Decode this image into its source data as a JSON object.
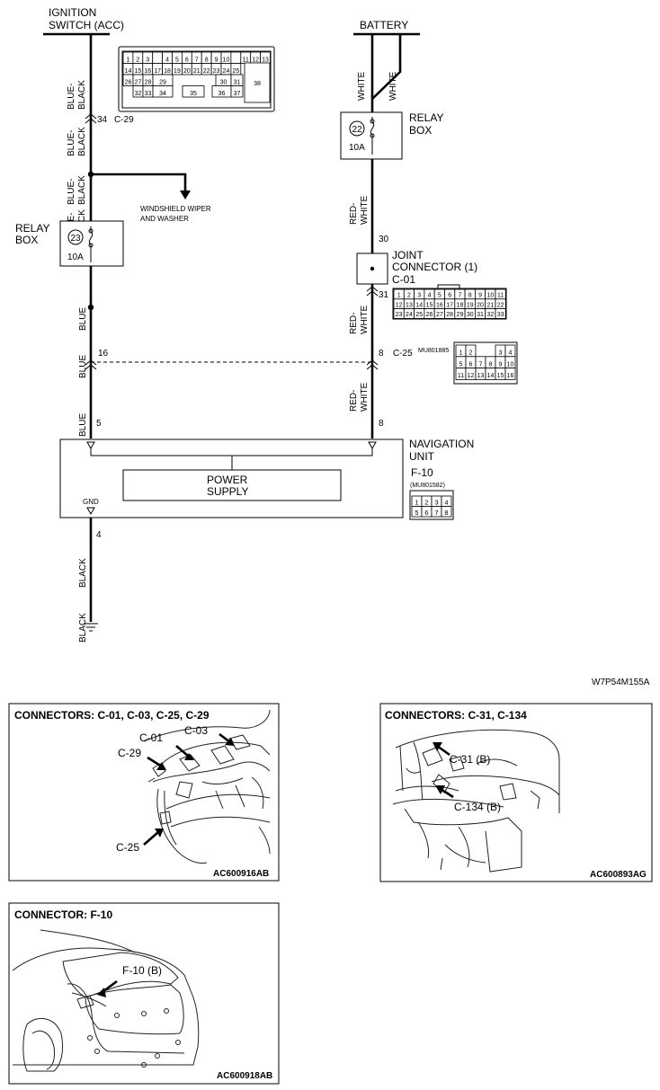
{
  "diagram": {
    "ignition_switch": [
      "IGNITION",
      "SWITCH (ACC)"
    ],
    "battery": "BATTERY",
    "wire_colors": {
      "blue_black": [
        "BLUE-",
        "BLACK"
      ],
      "white": "WHITE",
      "red_white": [
        "RED-",
        "WHITE"
      ],
      "blue": "BLUE",
      "black": "BLACK"
    },
    "relay_box_left": {
      "label": [
        "RELAY",
        "BOX"
      ],
      "fuse_no": "23",
      "rating": "10A"
    },
    "relay_box_right": {
      "label": [
        "RELAY",
        "BOX"
      ],
      "fuse_no": "22",
      "rating": "10A"
    },
    "windshield": [
      "WINDSHIELD WIPER",
      "AND WASHER"
    ],
    "joint_connector": {
      "label": [
        "JOINT",
        "CONNECTOR (1)"
      ],
      "id": "C-01"
    },
    "connector_c29": {
      "pin": "34",
      "id": "C-29"
    },
    "connector_c25": {
      "id": "C-25",
      "part": "MU801885"
    },
    "connector_f10": {
      "id": "F-10",
      "part": "(MU801582)"
    },
    "pins": {
      "p34": "34",
      "p30": "30",
      "p31": "31",
      "p16": "16",
      "p8a": "8",
      "p5": "5",
      "p8b": "8",
      "p4": "4"
    },
    "navigation_unit": [
      "NAVIGATION",
      "UNIT"
    ],
    "power_supply": [
      "POWER",
      "SUPPLY"
    ],
    "gnd": "GND",
    "figure_code": "W7P54M155A"
  },
  "c29_grid": {
    "row1": [
      "1",
      "2",
      "3",
      "",
      "4",
      "5",
      "6",
      "7",
      "8",
      "9",
      "10",
      "",
      "11",
      "12",
      "13"
    ],
    "row2": [
      "14",
      "15",
      "16",
      "17",
      "18",
      "19",
      "20",
      "21",
      "22",
      "23",
      "24",
      "25"
    ],
    "row3": [
      "26",
      "27",
      "28",
      "29",
      "30",
      "31"
    ],
    "row4": [
      "32",
      "33",
      "34",
      "35",
      "36",
      "37"
    ],
    "big": "38"
  },
  "c01_grid": {
    "row1": [
      "1",
      "2",
      "3",
      "4",
      "5",
      "6",
      "7",
      "8",
      "9",
      "10",
      "11"
    ],
    "row2": [
      "12",
      "13",
      "14",
      "15",
      "16",
      "17",
      "18",
      "19",
      "20",
      "21",
      "22"
    ],
    "row3": [
      "23",
      "24",
      "25",
      "26",
      "27",
      "28",
      "29",
      "30",
      "31",
      "32",
      "33"
    ]
  },
  "c25_grid": {
    "row1": [
      "1",
      "2",
      "",
      "",
      "3",
      "4"
    ],
    "row2": [
      "5",
      "6",
      "7",
      "8",
      "9",
      "10"
    ],
    "row3": [
      "11",
      "12",
      "13",
      "14",
      "15",
      "16"
    ]
  },
  "f10_grid": {
    "row1": [
      "1",
      "2",
      "3",
      "4"
    ],
    "row2": [
      "5",
      "6",
      "7",
      "8"
    ]
  },
  "panels": [
    {
      "title": "CONNECTORS: C-01, C-03, C-25, C-29",
      "code": "AC600916AB",
      "callouts": [
        "C-01",
        "C-03",
        "C-29",
        "C-25"
      ]
    },
    {
      "title": "CONNECTORS: C-31, C-134",
      "code": "AC600893AG",
      "callouts": [
        "C-31 (B)",
        "C-134 (B)"
      ]
    },
    {
      "title": "CONNECTOR: F-10",
      "code": "AC600918AB",
      "callouts": [
        "F-10 (B)"
      ]
    }
  ]
}
